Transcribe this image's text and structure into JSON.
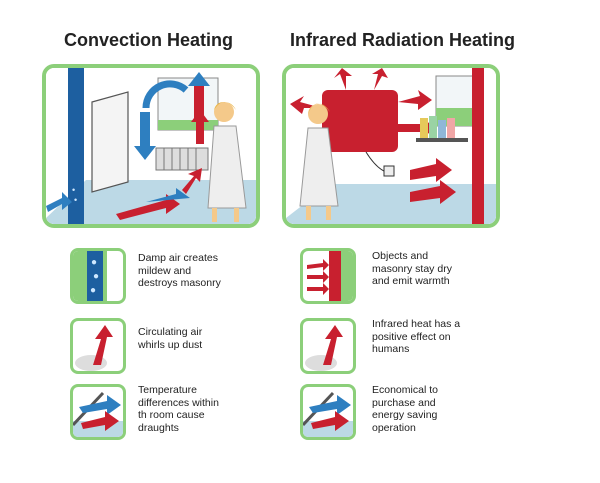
{
  "convection": {
    "title": "Convection Heating",
    "legend": [
      {
        "icon": "wet-wall-icon",
        "text": "Damp air creates mildew and destroys masonry"
      },
      {
        "icon": "dust-arrow-icon",
        "text": "Circulating air whirls up dust"
      },
      {
        "icon": "draught-arrows-icon",
        "text": "Temperature differences within th room cause draughts"
      }
    ]
  },
  "infrared": {
    "title": "Infrared Radiation Heating",
    "legend": [
      {
        "icon": "warm-wall-icon",
        "text": "Objects and masonry stay dry and emit warmth"
      },
      {
        "icon": "heat-arrow-icon",
        "text": "Infrared heat has a positive effect on humans"
      },
      {
        "icon": "saving-arrows-icon",
        "text": "Economical to purchase and energy saving operation"
      }
    ]
  },
  "colors": {
    "frame": "#8ccf7a",
    "warm": "#c8202f",
    "cool": "#2e7fc0",
    "floor": "#bcd9e6"
  }
}
